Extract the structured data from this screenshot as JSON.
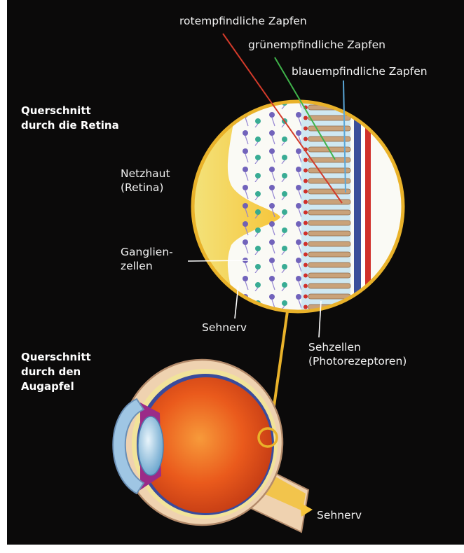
{
  "headings": {
    "retina": [
      "Querschnitt",
      "durch die Retina"
    ],
    "eyeball": [
      "Querschnitt",
      "durch den",
      "Augapfel"
    ]
  },
  "labels": {
    "red_cones": "rotempfindliche Zapfen",
    "green_cones": "grünempfindliche Zapfen",
    "blue_cones": "blauempfindliche Zapfen",
    "retina": [
      "Netzhaut",
      "(Retina)"
    ],
    "ganglion": [
      "Ganglien-",
      "zellen"
    ],
    "optic_nerve_top": "Sehnerv",
    "photoreceptors": [
      "Sehzellen",
      "(Photorezeptoren)"
    ],
    "optic_nerve_bottom": "Sehnerv"
  },
  "colors": {
    "background": "#0b0a0a",
    "ring": "#e9b22a",
    "red_line": "#d23a2a",
    "green_line": "#3fb34a",
    "blue_line": "#5aa7d8",
    "eyeball": "#e8541c",
    "sclera": "#efd2b0"
  }
}
